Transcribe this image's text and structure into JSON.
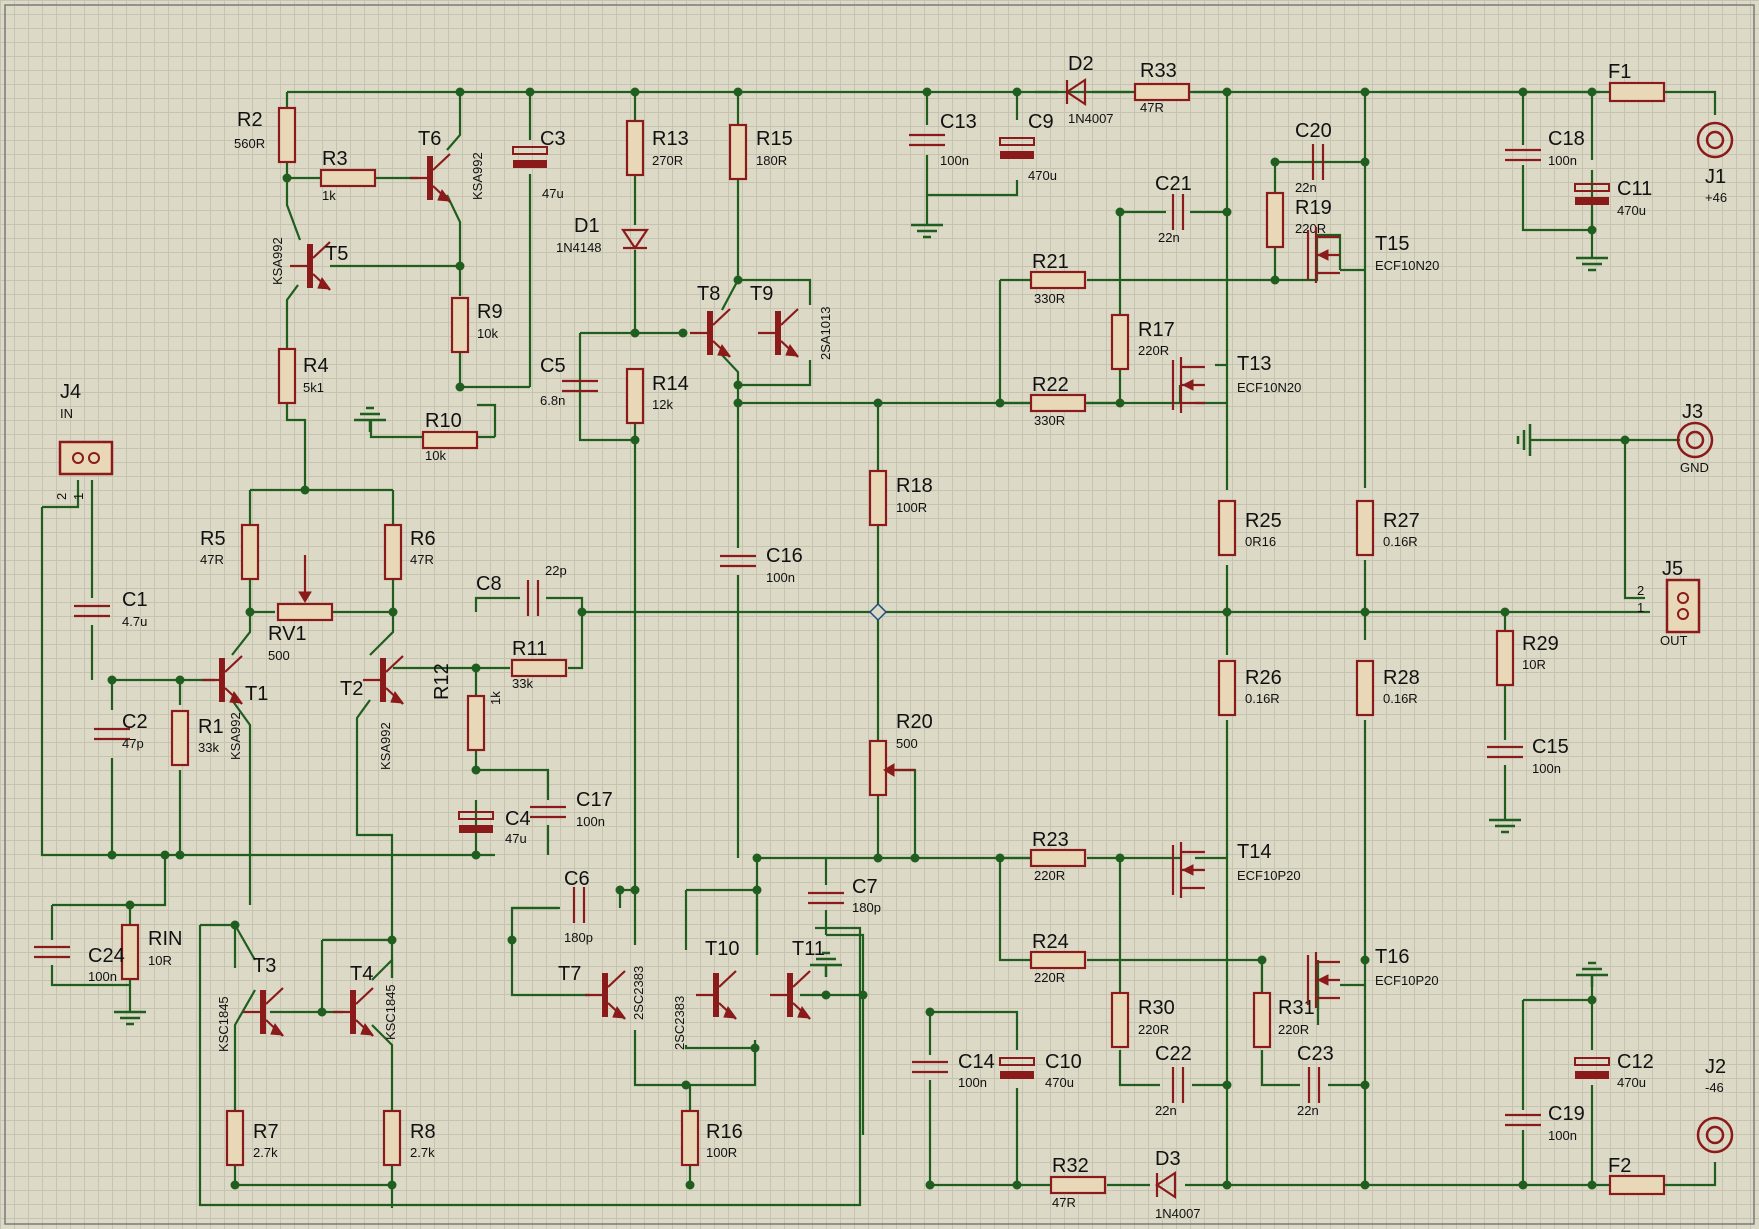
{
  "resistors": [
    {
      "id": "R2",
      "ref": "R2",
      "value": "560R"
    },
    {
      "id": "R3",
      "ref": "R3",
      "value": "1k"
    },
    {
      "id": "R4",
      "ref": "R4",
      "value": "5k1"
    },
    {
      "id": "R5",
      "ref": "R5",
      "value": "47R"
    },
    {
      "id": "R6",
      "ref": "R6",
      "value": "47R"
    },
    {
      "id": "R1",
      "ref": "R1",
      "value": "33k"
    },
    {
      "id": "R7",
      "ref": "R7",
      "value": "2.7k"
    },
    {
      "id": "R8",
      "ref": "R8",
      "value": "2.7k"
    },
    {
      "id": "R9",
      "ref": "R9",
      "value": "10k"
    },
    {
      "id": "R10",
      "ref": "R10",
      "value": "10k"
    },
    {
      "id": "R11",
      "ref": "R11",
      "value": "33k"
    },
    {
      "id": "R12",
      "ref": "R12",
      "value": "1k"
    },
    {
      "id": "R13",
      "ref": "R13",
      "value": "270R"
    },
    {
      "id": "R14",
      "ref": "R14",
      "value": "12k"
    },
    {
      "id": "R15",
      "ref": "R15",
      "value": "180R"
    },
    {
      "id": "R16",
      "ref": "R16",
      "value": "100R"
    },
    {
      "id": "R17",
      "ref": "R17",
      "value": "220R"
    },
    {
      "id": "R18",
      "ref": "R18",
      "value": "100R"
    },
    {
      "id": "R19",
      "ref": "R19",
      "value": "220R"
    },
    {
      "id": "R21",
      "ref": "R21",
      "value": "330R"
    },
    {
      "id": "R22",
      "ref": "R22",
      "value": "330R"
    },
    {
      "id": "R23",
      "ref": "R23",
      "value": "220R"
    },
    {
      "id": "R24",
      "ref": "R24",
      "value": "220R"
    },
    {
      "id": "R25",
      "ref": "R25",
      "value": "0R16"
    },
    {
      "id": "R26",
      "ref": "R26",
      "value": "0.16R"
    },
    {
      "id": "R27",
      "ref": "R27",
      "value": "0.16R"
    },
    {
      "id": "R28",
      "ref": "R28",
      "value": "0.16R"
    },
    {
      "id": "R29",
      "ref": "R29",
      "value": "10R"
    },
    {
      "id": "R30",
      "ref": "R30",
      "value": "220R"
    },
    {
      "id": "R31",
      "ref": "R31",
      "value": "220R"
    },
    {
      "id": "R32",
      "ref": "R32",
      "value": "47R"
    },
    {
      "id": "R33",
      "ref": "R33",
      "value": "47R"
    },
    {
      "id": "RIN",
      "ref": "RIN",
      "value": "10R"
    }
  ],
  "pots": [
    {
      "id": "RV1",
      "ref": "RV1",
      "value": "500"
    },
    {
      "id": "R20",
      "ref": "R20",
      "value": "500"
    }
  ],
  "capacitors": [
    {
      "id": "C1",
      "ref": "C1",
      "value": "4.7u"
    },
    {
      "id": "C2",
      "ref": "C2",
      "value": "47p"
    },
    {
      "id": "C3",
      "ref": "C3",
      "value": "47u"
    },
    {
      "id": "C4",
      "ref": "C4",
      "value": "47u"
    },
    {
      "id": "C5",
      "ref": "C5",
      "value": "6.8n"
    },
    {
      "id": "C6",
      "ref": "C6",
      "value": "180p"
    },
    {
      "id": "C7",
      "ref": "C7",
      "value": "180p"
    },
    {
      "id": "C8",
      "ref": "C8",
      "value": "22p"
    },
    {
      "id": "C9",
      "ref": "C9",
      "value": "470u"
    },
    {
      "id": "C10",
      "ref": "C10",
      "value": "470u"
    },
    {
      "id": "C11",
      "ref": "C11",
      "value": "470u"
    },
    {
      "id": "C12",
      "ref": "C12",
      "value": "470u"
    },
    {
      "id": "C13",
      "ref": "C13",
      "value": "100n"
    },
    {
      "id": "C14",
      "ref": "C14",
      "value": "100n"
    },
    {
      "id": "C15",
      "ref": "C15",
      "value": "100n"
    },
    {
      "id": "C16",
      "ref": "C16",
      "value": "100n"
    },
    {
      "id": "C17",
      "ref": "C17",
      "value": "100n"
    },
    {
      "id": "C18",
      "ref": "C18",
      "value": "100n"
    },
    {
      "id": "C19",
      "ref": "C19",
      "value": "100n"
    },
    {
      "id": "C20",
      "ref": "C20",
      "value": "22n"
    },
    {
      "id": "C21",
      "ref": "C21",
      "value": "22n"
    },
    {
      "id": "C22",
      "ref": "C22",
      "value": "22n"
    },
    {
      "id": "C23",
      "ref": "C23",
      "value": "22n"
    },
    {
      "id": "C24",
      "ref": "C24",
      "value": "100n"
    }
  ],
  "transistors": [
    {
      "id": "T1",
      "ref": "T1",
      "part": "KSA992"
    },
    {
      "id": "T2",
      "ref": "T2",
      "part": "KSA992"
    },
    {
      "id": "T3",
      "ref": "T3",
      "part": "KSC1845"
    },
    {
      "id": "T4",
      "ref": "T4",
      "part": "KSC1845"
    },
    {
      "id": "T5",
      "ref": "T5",
      "part": "KSA992"
    },
    {
      "id": "T6",
      "ref": "T6",
      "part": "KSA992"
    },
    {
      "id": "T7",
      "ref": "T7",
      "part": "2SC2383"
    },
    {
      "id": "T8",
      "ref": "T8",
      "part": ""
    },
    {
      "id": "T9",
      "ref": "T9",
      "part": "2SA1013"
    },
    {
      "id": "T10",
      "ref": "T10",
      "part": "2SC2383"
    },
    {
      "id": "T11",
      "ref": "T11",
      "part": ""
    },
    {
      "id": "T13",
      "ref": "T13",
      "part": "ECF10N20"
    },
    {
      "id": "T14",
      "ref": "T14",
      "part": "ECF10P20"
    },
    {
      "id": "T15",
      "ref": "T15",
      "part": "ECF10N20"
    },
    {
      "id": "T16",
      "ref": "T16",
      "part": "ECF10P20"
    }
  ],
  "diodes": [
    {
      "id": "D1",
      "ref": "D1",
      "part": "1N4148"
    },
    {
      "id": "D2",
      "ref": "D2",
      "part": "1N4007"
    },
    {
      "id": "D3",
      "ref": "D3",
      "part": "1N4007"
    }
  ],
  "fuses": [
    {
      "id": "F1",
      "ref": "F1"
    },
    {
      "id": "F2",
      "ref": "F2"
    }
  ],
  "connectors": [
    {
      "id": "J1",
      "ref": "J1",
      "label": "+46"
    },
    {
      "id": "J2",
      "ref": "J2",
      "label": "-46"
    },
    {
      "id": "J3",
      "ref": "J3",
      "label": "GND"
    },
    {
      "id": "J4",
      "ref": "J4",
      "label": "IN",
      "pin_a": "2",
      "pin_b": "1"
    },
    {
      "id": "J5",
      "ref": "J5",
      "label": "OUT",
      "pin_a": "2",
      "pin_b": "1"
    }
  ],
  "colors": {
    "background": "#dcd9c6",
    "grid": "#c6c3b0",
    "wire": "#1f5e1f",
    "part": "#8b1a1a"
  }
}
